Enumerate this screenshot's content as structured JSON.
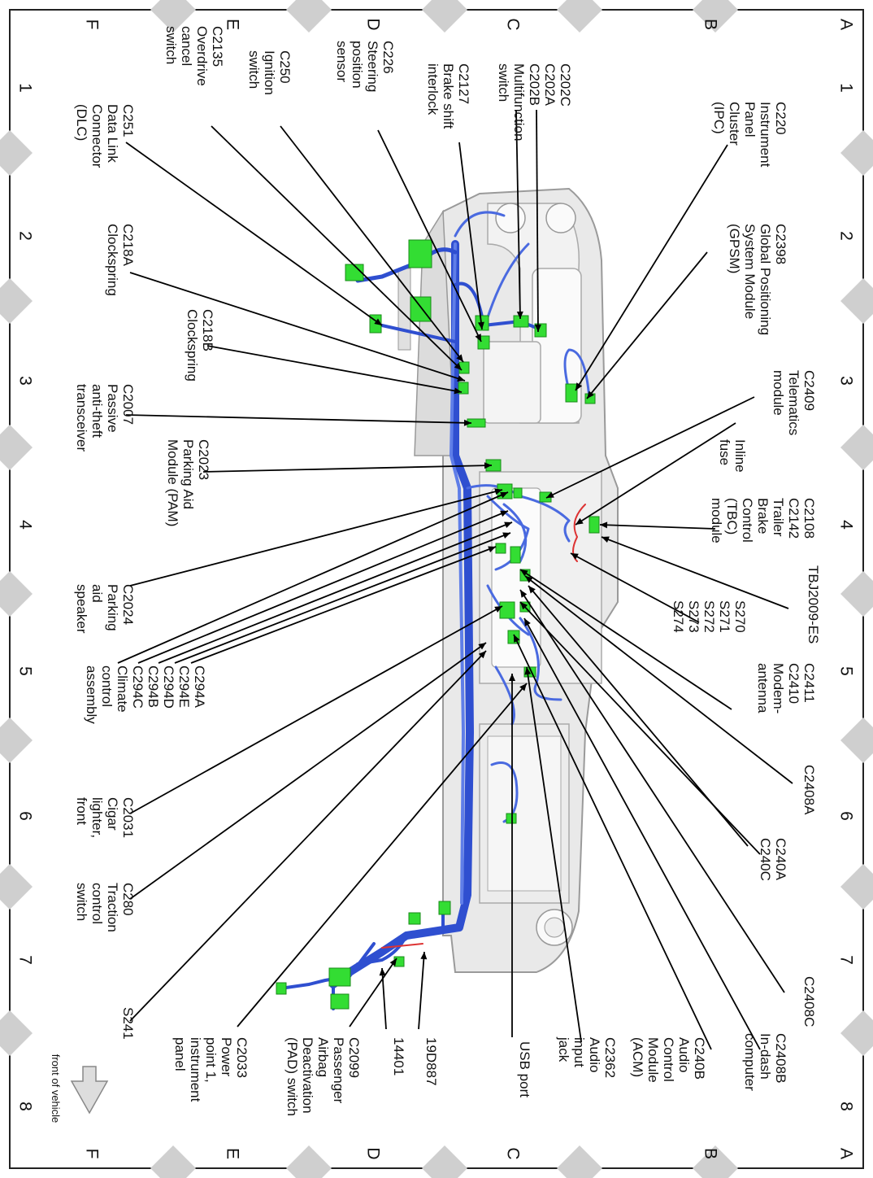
{
  "rows": [
    "A",
    "B",
    "C",
    "D",
    "E",
    "F"
  ],
  "cols": [
    "1",
    "2",
    "3",
    "4",
    "5",
    "6",
    "7",
    "8"
  ],
  "labels": [
    {
      "id": "c220",
      "lines": [
        "C220",
        "Instrument",
        "Panel",
        "Cluster",
        "(IPC)"
      ]
    },
    {
      "id": "c2398",
      "lines": [
        "C2398",
        "Global Positioning",
        "System Module",
        "(GPSM)"
      ]
    },
    {
      "id": "c2409",
      "lines": [
        "C2409",
        "Telematics",
        "module"
      ]
    },
    {
      "id": "inline-fuse",
      "lines": [
        "Inline",
        "fuse"
      ]
    },
    {
      "id": "c2108",
      "lines": [
        "C2108",
        "C2142",
        "Trailer",
        "Brake",
        "Control",
        "(TBC)",
        "module"
      ]
    },
    {
      "id": "tbj",
      "lines": [
        "TBJ2009-ES"
      ]
    },
    {
      "id": "s270",
      "lines": [
        "S270",
        "S271",
        "S272",
        "S273",
        "S274"
      ]
    },
    {
      "id": "c2411",
      "lines": [
        "C2411",
        "C2410",
        "Modem-",
        "antenna"
      ]
    },
    {
      "id": "c2408a",
      "lines": [
        "C2408A"
      ]
    },
    {
      "id": "c240a",
      "lines": [
        "C240A",
        "C240C"
      ]
    },
    {
      "id": "c2408c",
      "lines": [
        "C2408C"
      ]
    },
    {
      "id": "c2408b",
      "lines": [
        "C2408B",
        "In-dash",
        "computer"
      ]
    },
    {
      "id": "c240b",
      "lines": [
        "C240B",
        "Audio",
        "Control",
        "Module",
        "(ACM)"
      ]
    },
    {
      "id": "c2362",
      "lines": [
        "C2362",
        "Audio",
        "input",
        "jack"
      ]
    },
    {
      "id": "usb",
      "lines": [
        "USB port"
      ]
    },
    {
      "id": "c202c",
      "lines": [
        "C202C",
        "C202A",
        "C202B",
        "Multifunction",
        "switch"
      ]
    },
    {
      "id": "c2127",
      "lines": [
        "C2127",
        "Brake shift",
        "interlock"
      ]
    },
    {
      "id": "c226",
      "lines": [
        "C226",
        "Steering",
        "position",
        "sensor"
      ]
    },
    {
      "id": "c250",
      "lines": [
        "C250",
        "Ignition",
        "switch"
      ]
    },
    {
      "id": "c2135",
      "lines": [
        "C2135",
        "Overdrive",
        "cancel",
        "switch"
      ]
    },
    {
      "id": "c251",
      "lines": [
        "C251",
        "Data Link",
        "Connector",
        "(DLC)"
      ]
    },
    {
      "id": "c218a",
      "lines": [
        "C218A",
        "Clockspring"
      ]
    },
    {
      "id": "c218b",
      "lines": [
        "C218B",
        "Clockspring"
      ]
    },
    {
      "id": "c2007",
      "lines": [
        "C2007",
        "Passive",
        "anti-theft",
        "transceiver"
      ]
    },
    {
      "id": "c2023",
      "lines": [
        "C2023",
        "Parking Aid",
        "Module (PAM)"
      ]
    },
    {
      "id": "c2024",
      "lines": [
        "C2024",
        "Parking",
        "aid",
        "speaker"
      ]
    },
    {
      "id": "c294a",
      "lines": [
        "C294A",
        "C294E",
        "C294D",
        "C294B",
        "C294C",
        "Climate",
        "control",
        "assembly"
      ]
    },
    {
      "id": "c2031",
      "lines": [
        "C2031",
        "Cigar",
        "lighter,",
        "front"
      ]
    },
    {
      "id": "c280",
      "lines": [
        "C280",
        "Traction",
        "control",
        "switch"
      ]
    },
    {
      "id": "s241",
      "lines": [
        "S241"
      ]
    },
    {
      "id": "c2033",
      "lines": [
        "C2033",
        "Power",
        "point 1,",
        "instrument",
        "panel"
      ]
    },
    {
      "id": "c2099",
      "lines": [
        "C2099",
        "Passenger",
        "Airbag",
        "Deactivation",
        "(PAD) switch"
      ]
    },
    {
      "id": "p14401",
      "lines": [
        "14401"
      ]
    },
    {
      "id": "p19d887",
      "lines": [
        "19D887"
      ]
    }
  ],
  "front_label": "front of vehicle",
  "colors": {
    "harness": "#2f4fd0",
    "connector": "#33dd33",
    "panel": "#e6e6e6",
    "diamond": "#cfcfcf"
  }
}
